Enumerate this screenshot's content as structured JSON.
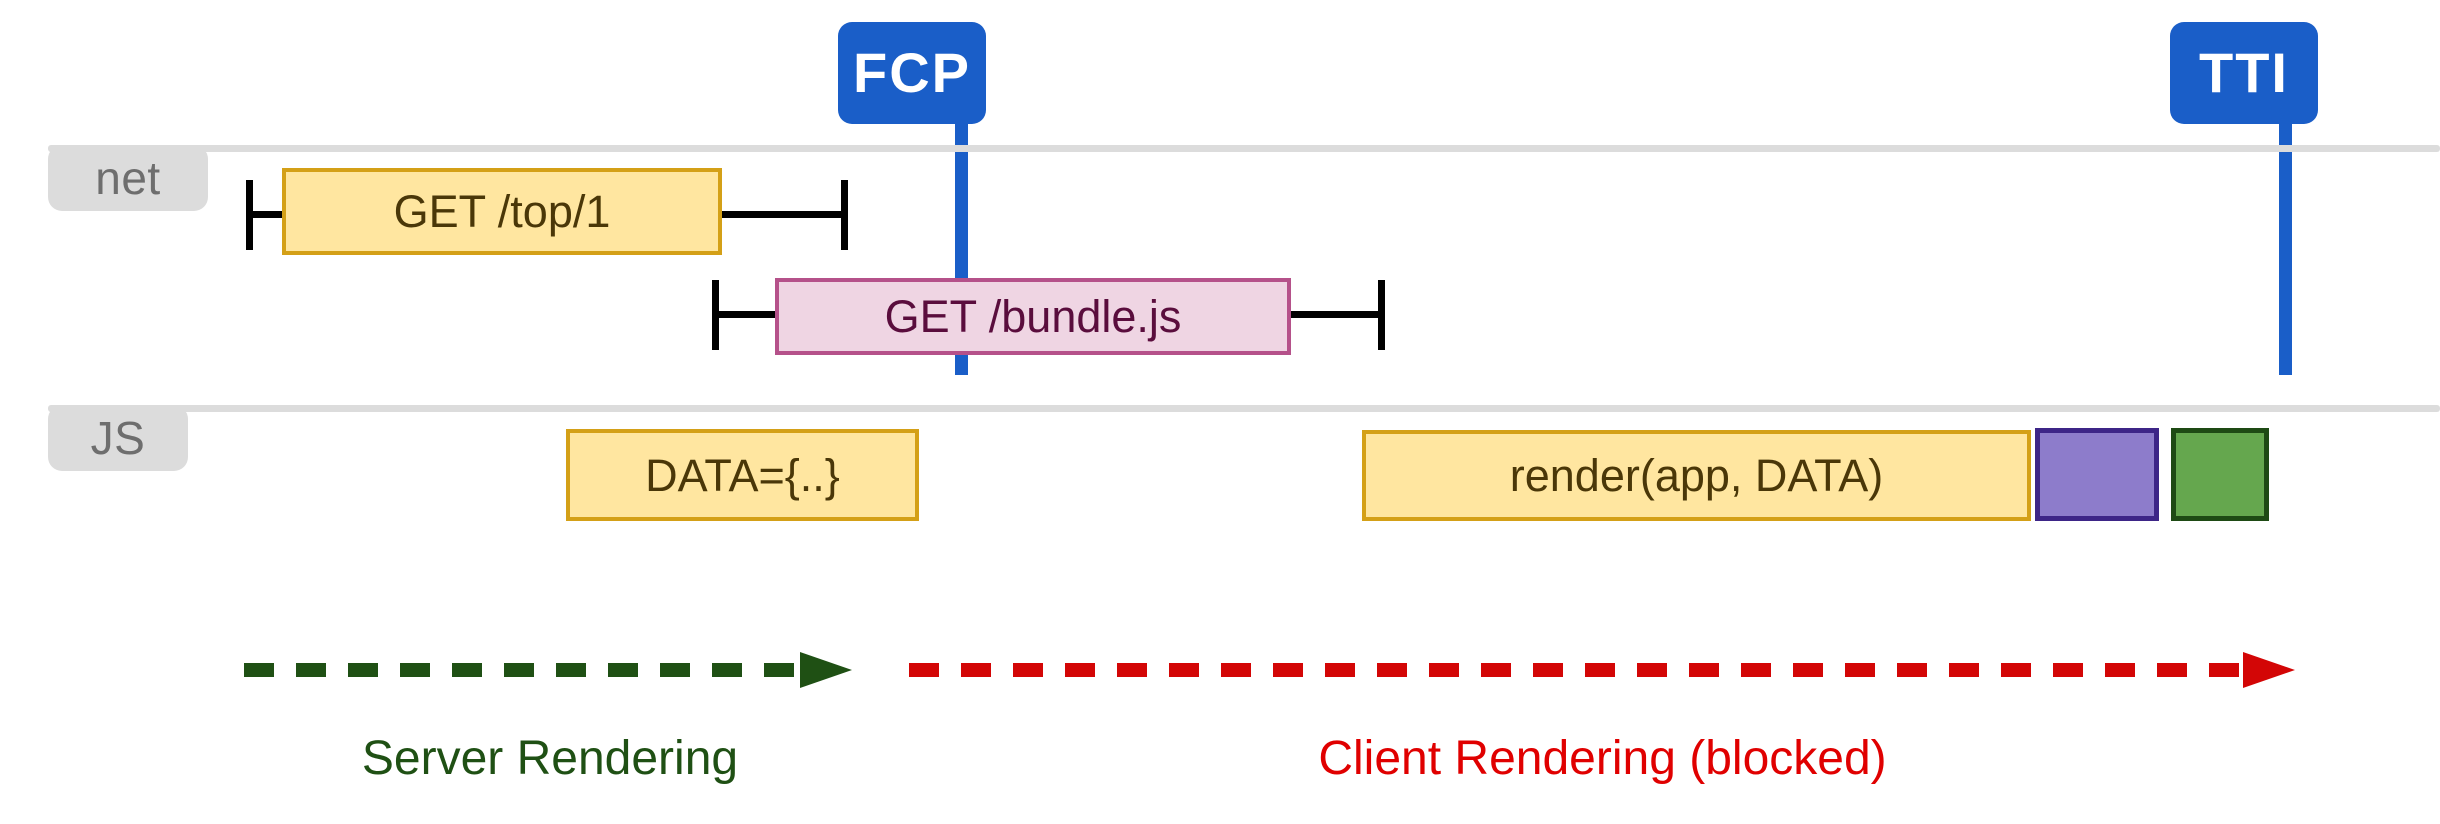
{
  "diagram": {
    "title": "Server Rendering vs Client Rendering timeline",
    "colors": {
      "marker_blue": "#1a5ec8",
      "lane_rule_grey": "#dcdcdc",
      "lane_chip_grey": "#dcdcdc",
      "lane_chip_text": "#6e6e6e",
      "yellow_fill": "#ffe6a0",
      "yellow_stroke": "#d4a017",
      "pink_fill": "#efd5e3",
      "pink_stroke": "#b5518a",
      "purple_fill": "#8d7ccb",
      "purple_stroke": "#3d2587",
      "green_fill": "#65a74e",
      "green_stroke": "#1e4a14",
      "server_green": "#1f5014",
      "client_red": "#e00000",
      "whisker_black": "#000000"
    }
  },
  "markers": [
    {
      "id": "fcp",
      "label": "FCP"
    },
    {
      "id": "tti",
      "label": "TTI"
    }
  ],
  "lanes": [
    {
      "id": "net",
      "label": "net",
      "tasks": [
        {
          "id": "get-top-1",
          "label": "GET /top/1",
          "style": "yellow"
        },
        {
          "id": "get-bundle-js",
          "label": "GET /bundle.js",
          "style": "pink"
        }
      ]
    },
    {
      "id": "js",
      "label": "JS",
      "tasks": [
        {
          "id": "data-assign",
          "label": "DATA={..}",
          "style": "yellow"
        },
        {
          "id": "render-app",
          "label": "render(app, DATA)",
          "style": "yellow"
        },
        {
          "id": "paint-purple",
          "label": "",
          "style": "purple"
        },
        {
          "id": "paint-green",
          "label": "",
          "style": "green"
        }
      ]
    }
  ],
  "phases": [
    {
      "id": "server",
      "label": "Server Rendering",
      "color": "#1f5014"
    },
    {
      "id": "client",
      "label": "Client Rendering (blocked)",
      "color": "#e00000"
    }
  ]
}
